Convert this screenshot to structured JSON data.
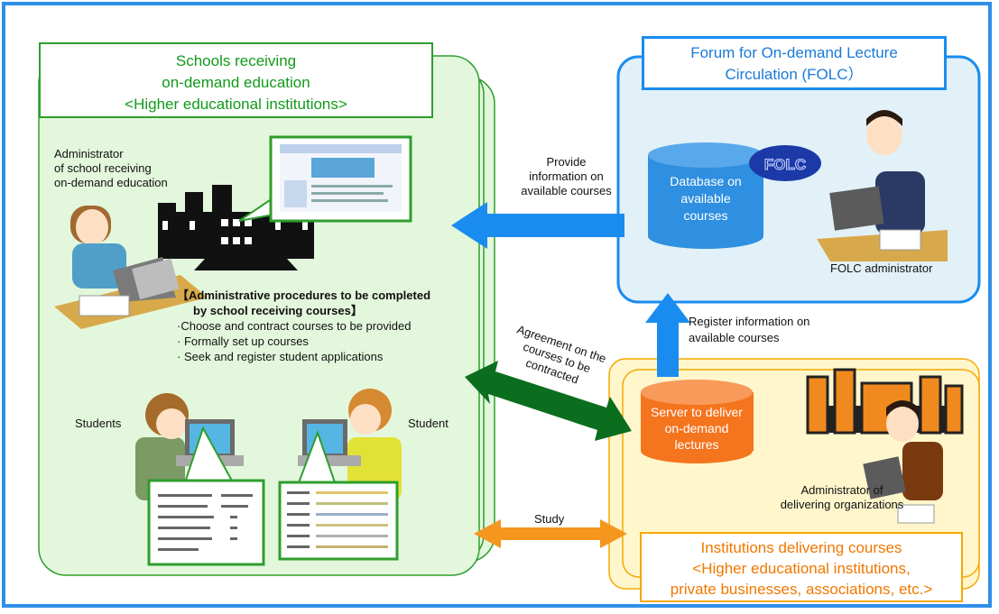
{
  "schools_box": {
    "title_line1": "Schools receiving",
    "title_line2": "on-demand education",
    "title_line3": "<Higher educational institutions>"
  },
  "admin_label": {
    "line1": "Administrator",
    "line2": "of school receiving",
    "line3": "on-demand education"
  },
  "procedures": {
    "heading_line1": "【Administrative procedures to be completed",
    "heading_line2": "by school receiving courses】",
    "items": [
      "·Choose and contract courses to be provided",
      "· Formally set up courses",
      "· Seek and register student applications"
    ]
  },
  "students_label": "Students",
  "student_label": "Student",
  "folc_box": {
    "title_line1": "Forum for On-demand Lecture",
    "title_line2": "Circulation (FOLC）",
    "database_line1": "Database on",
    "database_line2": "available",
    "database_line3": "courses",
    "logo_text": "FOLC",
    "admin_label": "FOLC administrator"
  },
  "arrows": {
    "provide_line1": "Provide",
    "provide_line2": "information on",
    "provide_line3": "available courses",
    "register_line1": "Register information on",
    "register_line2": "available courses",
    "agreement_line1": "Agreement on the",
    "agreement_line2": "courses to be",
    "agreement_line3": "contracted",
    "study": "Study"
  },
  "delivering_box": {
    "server_line1": "Server to deliver",
    "server_line2": "on-demand",
    "server_line3": "lectures",
    "admin_line1": "Administrator of",
    "admin_line2": "delivering organizations",
    "title_line1": "Institutions delivering courses",
    "title_line2": "<Higher educational institutions,",
    "title_line3": "private businesses, associations, etc.>"
  },
  "colors": {
    "frame": "#2f8fe8",
    "schools_fill": "#e3f7dc",
    "schools_border": "#2e9e2e",
    "folc_fill": "#e2f1f8",
    "folc_border": "#1a8cf0",
    "delivering_fill": "#fff6cc",
    "delivering_border": "#f5a800",
    "blue_arrow": "#1a8cf0",
    "green_arrow": "#0b6e1f",
    "orange_arrow": "#f5961e",
    "database": "#2f8fe0",
    "server": "#f5741e",
    "orange_title": "#f07800"
  }
}
